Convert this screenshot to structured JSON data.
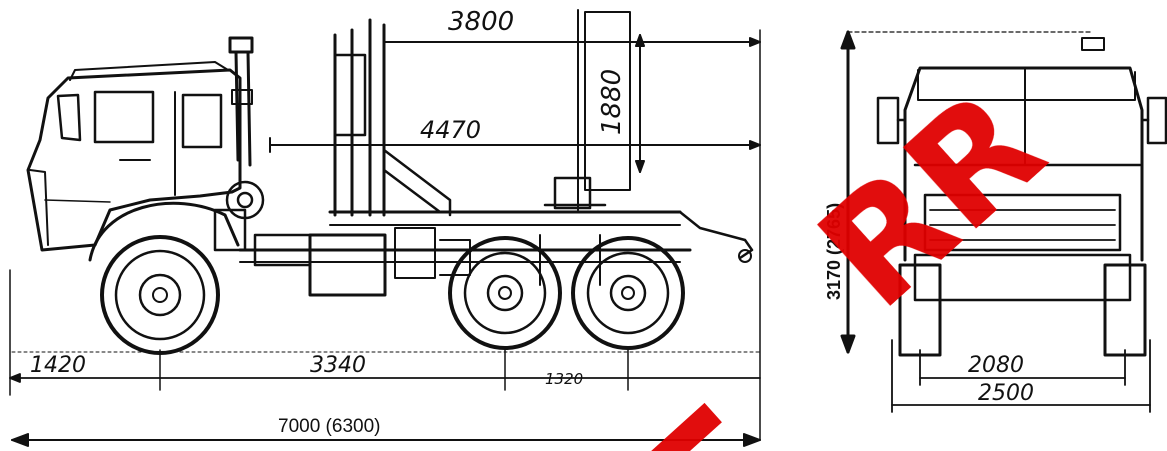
{
  "side_view": {
    "dim_3800": "3800",
    "dim_4470": "4470",
    "dim_1880": "1880",
    "dim_1420": "1420",
    "dim_3340": "3340",
    "dim_1320": "1320",
    "dim_overall": "7000 (6300)"
  },
  "front_view": {
    "dim_height": "3170 (2765)",
    "dim_track": "2080",
    "dim_width": "2500"
  },
  "colors": {
    "ink": "#111111",
    "watermark": "#e00000",
    "background": "#ffffff"
  },
  "watermark": {
    "text": "RR"
  }
}
